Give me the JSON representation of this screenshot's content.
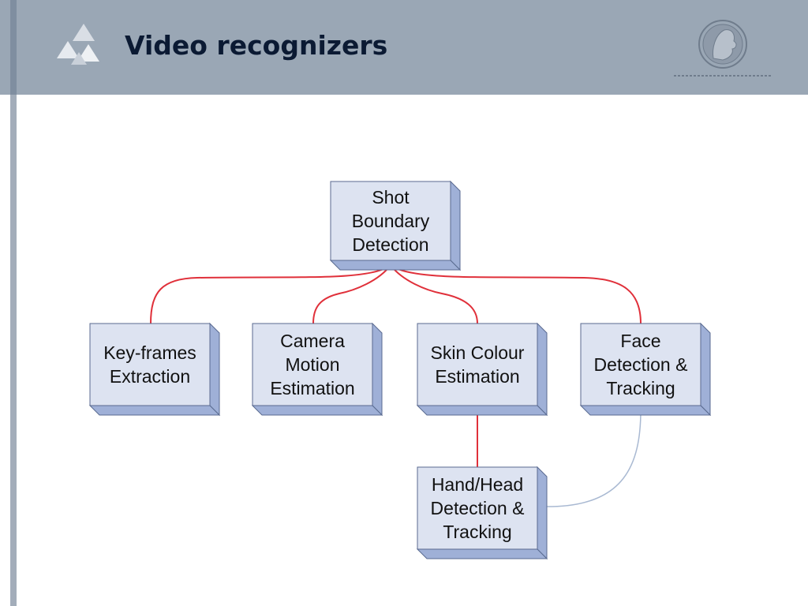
{
  "slide": {
    "title": "Video recognizers",
    "logo_icon": "triangles-logo-icon",
    "emblem_icon": "minerva-seal-icon"
  },
  "diagram": {
    "colors": {
      "box_face": "#dde3f1",
      "box_shadow": "#9fb0d7",
      "box_border": "#5a6a90",
      "edge_red": "#e0303a",
      "edge_blue": "#a9b9d2"
    },
    "nodes": [
      {
        "id": "shot",
        "lines": [
          "Shot",
          "Boundary",
          "Detection"
        ]
      },
      {
        "id": "keyframes",
        "lines": [
          "Key-frames",
          "Extraction"
        ]
      },
      {
        "id": "camera",
        "lines": [
          "Camera",
          "Motion",
          "Estimation"
        ]
      },
      {
        "id": "skin",
        "lines": [
          "Skin Colour",
          "Estimation"
        ]
      },
      {
        "id": "face",
        "lines": [
          "Face",
          "Detection &",
          "Tracking"
        ]
      },
      {
        "id": "hand",
        "lines": [
          "Hand/Head",
          "Detection &",
          "Tracking"
        ]
      }
    ],
    "edges": [
      {
        "from": "shot",
        "to": "keyframes",
        "color": "red"
      },
      {
        "from": "shot",
        "to": "camera",
        "color": "red"
      },
      {
        "from": "shot",
        "to": "skin",
        "color": "red"
      },
      {
        "from": "shot",
        "to": "face",
        "color": "red"
      },
      {
        "from": "skin",
        "to": "hand",
        "color": "red"
      },
      {
        "from": "face",
        "to": "hand",
        "color": "blue"
      }
    ]
  }
}
